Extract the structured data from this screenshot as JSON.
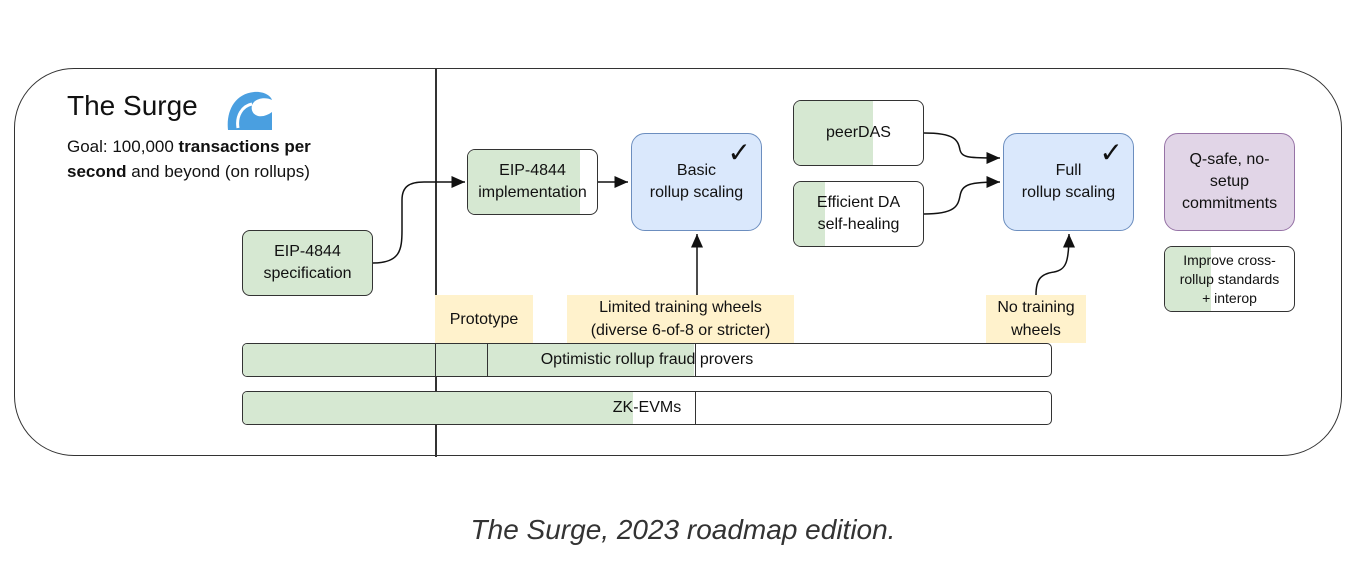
{
  "title": "The Surge",
  "goal": {
    "prefix": "Goal: 100,000 ",
    "bold1": "transactions per",
    "bold2": "second",
    "suffix": " and beyond (on rollups)"
  },
  "boxes": {
    "spec": "EIP-4844\nspecification",
    "impl": "EIP-4844\nimplementation",
    "basic": "Basic\nrollup scaling",
    "peerdas": "peerDAS",
    "efficient": "Efficient DA\nself-healing",
    "full": "Full\nrollup scaling",
    "qsafe": "Q-safe, no-\nsetup\ncommitments",
    "improve": "Improve cross-\nrollup standards\n+ interop"
  },
  "check_mark": "✓",
  "notes": {
    "prototype": "Prototype",
    "limited": "Limited training wheels\n(diverse 6-of-8 or stricter)",
    "no_training": "No training\nwheels"
  },
  "bars": {
    "optimistic": "Optimistic rollup fraud provers",
    "zkevm": "ZK-EVMs"
  },
  "colors": {
    "green_fill": "#d6e8d2",
    "blue": "#dae8fc",
    "purple": "#e1d5e7",
    "note": "#fff2cc",
    "wave": "#4a9fe0"
  },
  "icons": {
    "logo": "wave-icon",
    "check": "checkmark-icon"
  },
  "caption": "The Surge, 2023 roadmap edition."
}
